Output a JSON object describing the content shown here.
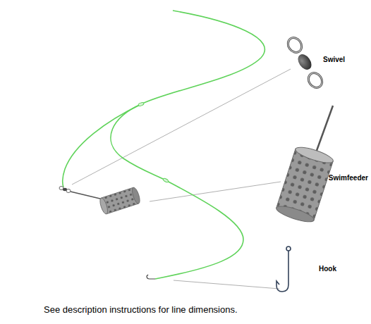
{
  "diagram": {
    "caption": "See description instructions for line dimensions.",
    "labels": [
      "Swivel",
      "Swimfeeder",
      "Hook"
    ]
  }
}
